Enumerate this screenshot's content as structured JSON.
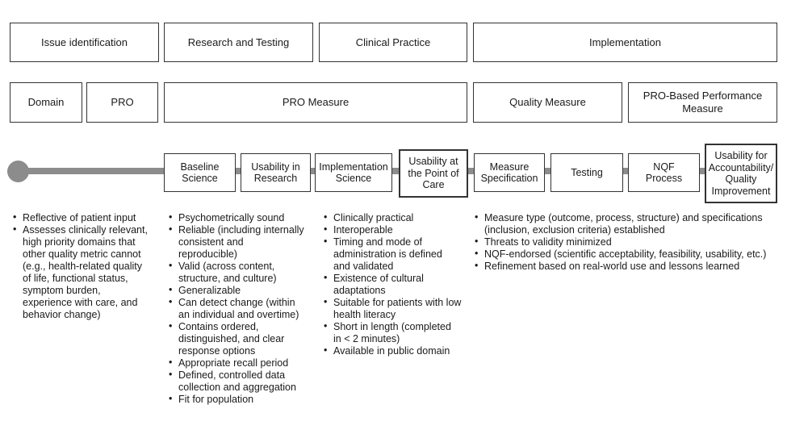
{
  "diagram": {
    "phases": [
      {
        "label": "Issue identification"
      },
      {
        "label": "Research and Testing"
      },
      {
        "label": "Clinical Practice"
      },
      {
        "label": "Implementation"
      }
    ],
    "artifacts": [
      {
        "label": "Domain"
      },
      {
        "label": "PRO"
      },
      {
        "label": "PRO Measure"
      },
      {
        "label": "Quality Measure"
      },
      {
        "label": "PRO-Based Performance\nMeasure"
      }
    ],
    "timeline_stages": [
      {
        "label": "Baseline\nScience"
      },
      {
        "label": "Usability in\nResearch"
      },
      {
        "label": "Implementation\nScience"
      },
      {
        "label": "Usability at\nthe Point of\nCare"
      },
      {
        "label": "Measure\nSpecification"
      },
      {
        "label": "Testing"
      },
      {
        "label": "NQF\nProcess"
      },
      {
        "label": "Usability for\nAccountability/\nQuality\nImprovement"
      }
    ],
    "columns": [
      {
        "items": [
          "Reflective of patient input",
          "Assesses clinically relevant,\nhigh priority domains that\nother quality metric cannot\n(e.g., health-related quality\nof life, functional status,\nsymptom burden,\nexperience with care, and\nbehavior change)"
        ]
      },
      {
        "items": [
          "Psychometrically sound",
          "Reliable (including internally\nconsistent and\nreproducible)",
          "Valid (across content,\nstructure, and culture)",
          "Generalizable",
          "Can detect change (within\nan individual and overtime)",
          "Contains ordered,\ndistinguished, and clear\nresponse options",
          "Appropriate recall period",
          "Defined, controlled data\ncollection and aggregation",
          "Fit for population"
        ]
      },
      {
        "items": [
          "Clinically practical",
          "Interoperable",
          "Timing and mode of\nadministration is defined\nand validated",
          "Existence of cultural\nadaptations",
          "Suitable for patients with low\nhealth literacy",
          "Short in length (completed\nin < 2 minutes)",
          "Available in public domain"
        ]
      },
      {
        "items": [
          "Measure type (outcome, process, structure) and specifications\n(inclusion, exclusion criteria) established",
          "Threats to validity minimized",
          "NQF-endorsed (scientific acceptability, feasibility, usability, etc.)",
          "Refinement based on real-world use and lessons learned"
        ]
      }
    ],
    "colors": {
      "timeline": "#8c8c8c",
      "border": "#333333",
      "text": "#1a1a1a",
      "background": "#ffffff"
    }
  }
}
